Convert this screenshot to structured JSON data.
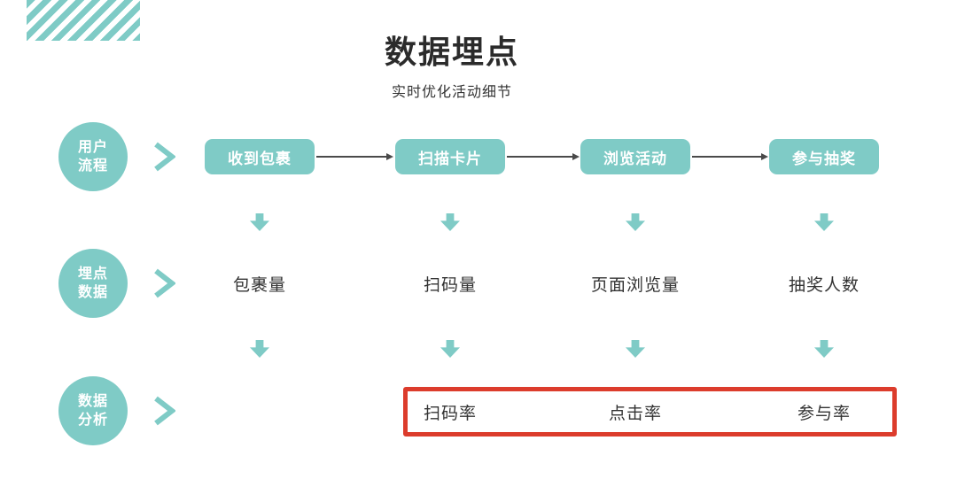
{
  "page": {
    "title": "数据埋点",
    "subtitle": "实时优化活动细节"
  },
  "colors": {
    "teal": "#7fcbc6",
    "highlight_red": "#dc3c2c",
    "text_dark": "#333333"
  },
  "rows": [
    {
      "badge_lines": [
        "用户",
        "流程"
      ],
      "items": [
        "收到包裹",
        "扫描卡片",
        "浏览活动",
        "参与抽奖"
      ]
    },
    {
      "badge_lines": [
        "埋点",
        "数据"
      ],
      "items": [
        "包裹量",
        "扫码量",
        "页面浏览量",
        "抽奖人数"
      ]
    },
    {
      "badge_lines": [
        "数据",
        "分析"
      ],
      "items": [
        "扫码率",
        "点击率",
        "参与率"
      ]
    }
  ]
}
